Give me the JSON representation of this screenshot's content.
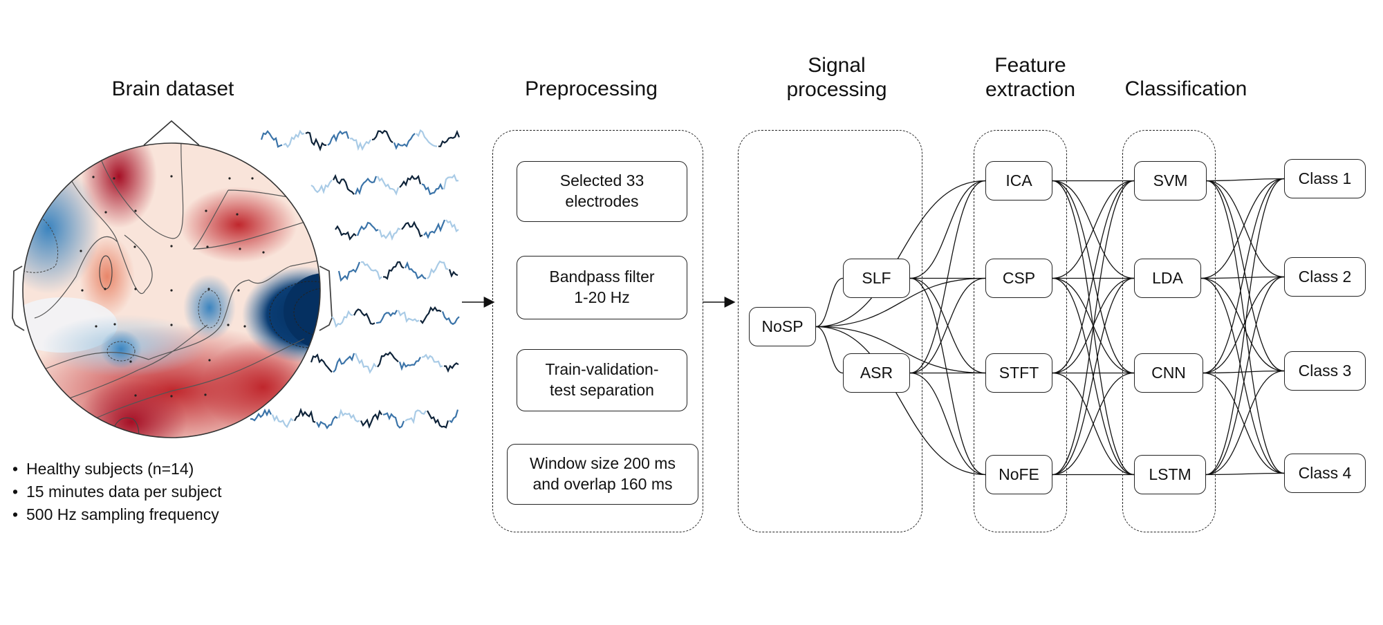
{
  "sections": {
    "brain_dataset": "Brain dataset",
    "preprocessing": "Preprocessing",
    "signal_processing": "Signal\nprocessing",
    "feature_extraction": "Feature\nextraction",
    "classification": "Classification"
  },
  "dataset_facts": [
    "Healthy subjects (n=14)",
    "15 minutes data per subject",
    "500 Hz sampling frequency"
  ],
  "preprocessing_steps": [
    "Selected 33\nelectrodes",
    "Bandpass filter\n1-20 Hz",
    "Train-validation-\ntest separation",
    "Window size 200 ms\nand overlap 160 ms"
  ],
  "signal_processing_nodes": [
    "NoSP",
    "SLF",
    "ASR"
  ],
  "feature_extraction_nodes": [
    "ICA",
    "CSP",
    "STFT",
    "NoFE"
  ],
  "classifier_nodes": [
    "SVM",
    "LDA",
    "CNN",
    "LSTM"
  ],
  "output_classes": [
    "Class 1",
    "Class 2",
    "Class 3",
    "Class 4"
  ],
  "icons": {
    "head_map": "eeg-topographic-map-icon",
    "signals": "eeg-waveform-icon",
    "arrow": "right-arrow-icon"
  },
  "colors": {
    "positive": "#b2182b",
    "negative": "#2166ac",
    "signal_dark": "#0d2238",
    "signal_mid": "#3a73a8",
    "signal_light": "#a9cbe6"
  }
}
